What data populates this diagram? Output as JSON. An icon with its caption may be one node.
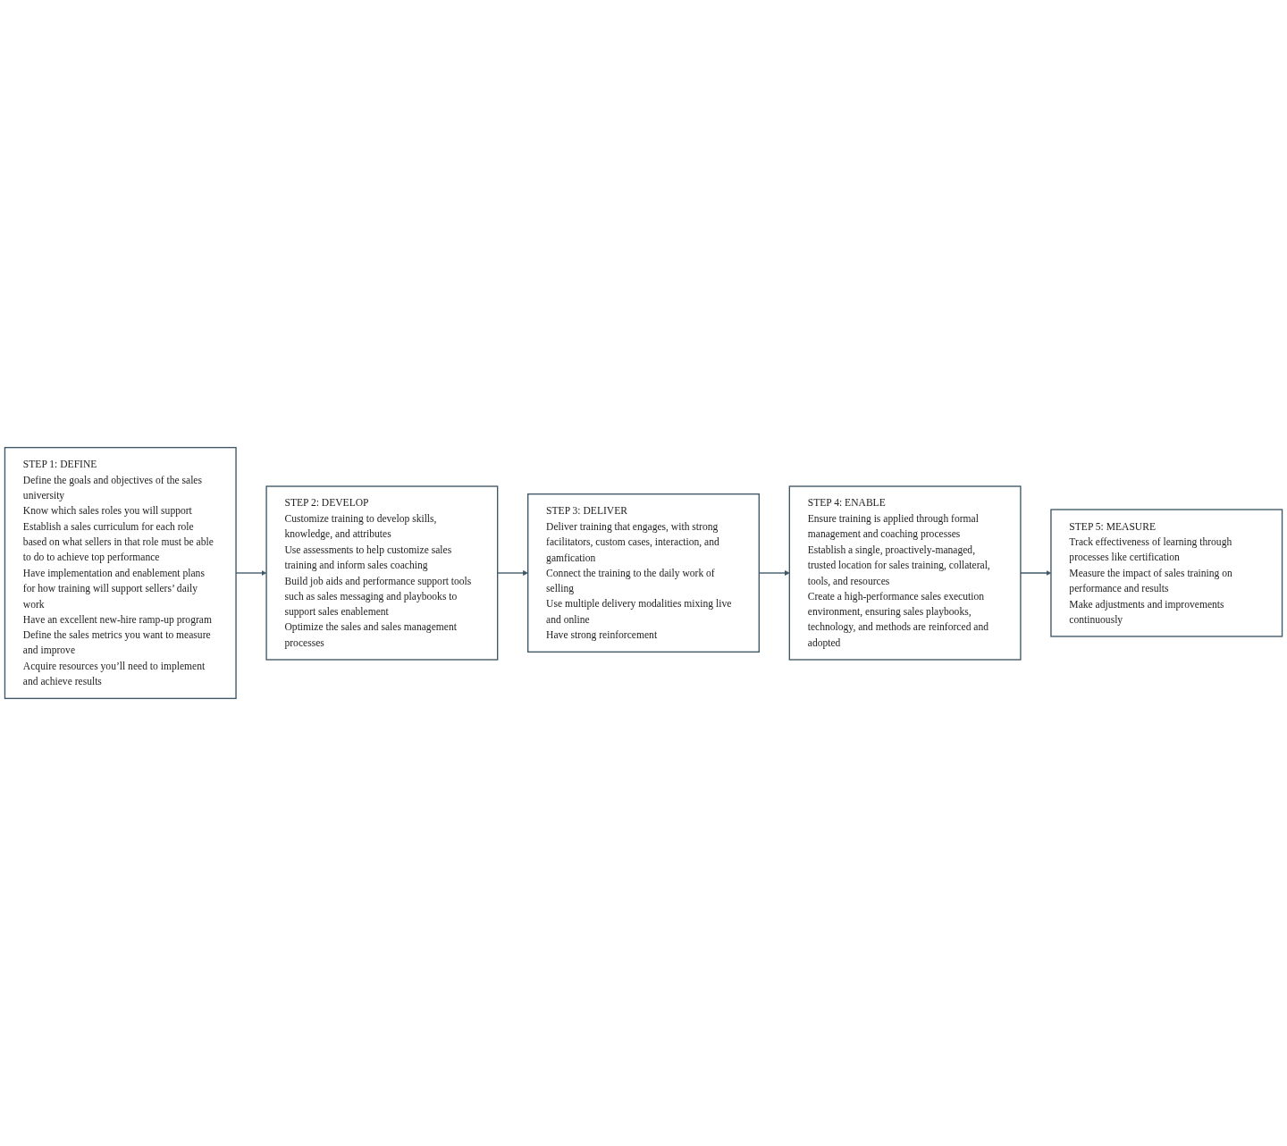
{
  "diagram": {
    "nodes": [
      {
        "text": [
          "STEP 1: DEFINE",
          "Define the goals and objectives of the sales university",
          "Know which sales roles you will support",
          "Establish a sales curriculum for each role based on what sellers in that role must be able to do to achieve top performance",
          "Have implementation and enablement plans for how training will support sellers’ daily work",
          "Have an excellent new-hire ramp-up program",
          "Define the sales metrics you want to measure and improve",
          "Acquire resources you’ll need to implement and achieve results"
        ]
      },
      {
        "text": [
          "STEP 2: DEVELOP",
          "Customize training to develop skills, knowledge, and attributes",
          "Use assessments to help customize sales training and inform sales coaching",
          "Build job aids and performance support tools such as sales messaging and playbooks to support sales enablement",
          "Optimize the sales and sales management processes"
        ]
      },
      {
        "text": [
          "STEP 3: DELIVER",
          "Deliver training that engages, with strong facilitators, custom cases, interaction, and gamfication",
          "Connect the training to the daily work of selling",
          "Use multiple delivery modalities mixing live and online",
          "Have strong reinforcement"
        ]
      },
      {
        "text": [
          "STEP 4: ENABLE",
          "Ensure training is applied through formal management and coaching processes",
          "Establish a single, proactively-managed, trusted location for sales training, collateral, tools, and resources",
          "Create a high-performance sales execution environment, ensuring sales playbooks, technology, and methods are reinforced and adopted"
        ]
      },
      {
        "text": [
          "STEP 5: MEASURE",
          "Track effectiveness of learning through processes like certification",
          "Measure the impact of sales training on performance and results",
          "Make adjustments and improvements continuously"
        ]
      }
    ],
    "edges": [
      {
        "from": 0,
        "to": 1,
        "arrow": "to"
      },
      {
        "from": 1,
        "to": 2,
        "arrow": "to"
      },
      {
        "from": 2,
        "to": 3,
        "arrow": "to"
      },
      {
        "from": 3,
        "to": 4,
        "arrow": "to"
      }
    ]
  }
}
